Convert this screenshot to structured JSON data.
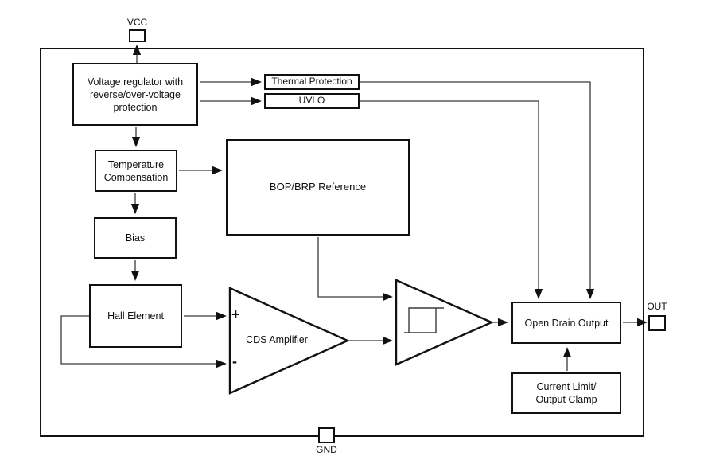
{
  "pins": {
    "vcc": {
      "label": "VCC"
    },
    "gnd": {
      "label": "GND"
    },
    "out": {
      "label": "OUT"
    }
  },
  "blocks": {
    "voltage_regulator": "Voltage regulator with\nreverse/over-voltage\nprotection",
    "thermal_protection": "Thermal Protection",
    "uvlo": "UVLO",
    "temperature_compensation": "Temperature\nCompensation",
    "bias": "Bias",
    "hall_element": "Hall Element",
    "bop_brp_reference": "BOP/BRP Reference",
    "open_drain_output": "Open Drain Output",
    "current_limit_output_clamp": "Current Limit/\nOutput Clamp"
  },
  "amplifier": {
    "label": "CDS Amplifier",
    "plus": "+",
    "minus": "-"
  },
  "icons": {
    "hysteresis_symbol": "schmitt-trigger-hysteresis"
  },
  "colors": {
    "box_border": "#111111",
    "wire": "#3a3a3a",
    "background": "#ffffff"
  }
}
